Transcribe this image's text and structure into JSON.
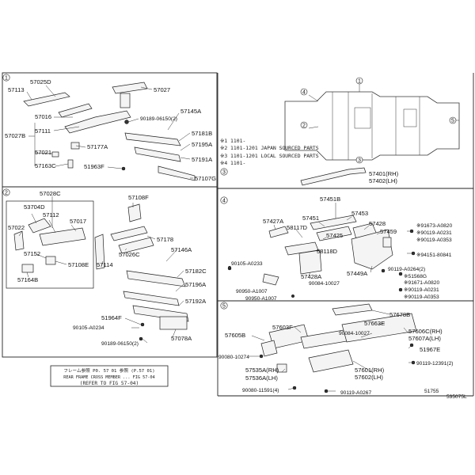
{
  "section_markers": [
    "1",
    "2",
    "3",
    "4",
    "5"
  ],
  "callouts": [
    {
      "id": "57025D",
      "text": "57025D"
    },
    {
      "id": "57113",
      "text": "57113"
    },
    {
      "id": "57027",
      "text": "57027"
    },
    {
      "id": "57016",
      "text": "57016"
    },
    {
      "id": "57111",
      "text": "57111"
    },
    {
      "id": "57027B",
      "text": "57027B"
    },
    {
      "id": "57021",
      "text": "57021"
    },
    {
      "id": "57163C",
      "text": "57163C"
    },
    {
      "id": "57177A",
      "text": "57177A"
    },
    {
      "id": "90189-06150-2-a",
      "text": "90189-06150(2)"
    },
    {
      "id": "57145A",
      "text": "57145A"
    },
    {
      "id": "57181B",
      "text": "57181B"
    },
    {
      "id": "57195A",
      "text": "57195A"
    },
    {
      "id": "57191A",
      "text": "57191A"
    },
    {
      "id": "51963F",
      "text": "51963F"
    },
    {
      "id": "57107G",
      "text": "57107G"
    },
    {
      "id": "57028C",
      "text": "57028C"
    },
    {
      "id": "53704D",
      "text": "53704D"
    },
    {
      "id": "57112",
      "text": "57112"
    },
    {
      "id": "57017",
      "text": "57017"
    },
    {
      "id": "57022",
      "text": "57022"
    },
    {
      "id": "57152",
      "text": "57152"
    },
    {
      "id": "57108E",
      "text": "57108E"
    },
    {
      "id": "57164B",
      "text": "57164B"
    },
    {
      "id": "57108F",
      "text": "57108F"
    },
    {
      "id": "57178",
      "text": "57178"
    },
    {
      "id": "57026C",
      "text": "57026C"
    },
    {
      "id": "57114",
      "text": "57114"
    },
    {
      "id": "57146A",
      "text": "57146A"
    },
    {
      "id": "90105-A0233",
      "text": "90105-A0233"
    },
    {
      "id": "57182C",
      "text": "57182C"
    },
    {
      "id": "57196A",
      "text": "57196A"
    },
    {
      "id": "57192A",
      "text": "57192A"
    },
    {
      "id": "51964F",
      "text": "51964F"
    },
    {
      "id": "90105-A0234",
      "text": "90105-A0234"
    },
    {
      "id": "90189-06150-2-b",
      "text": "90189-06150(2)"
    },
    {
      "id": "57078A",
      "text": "57078A"
    },
    {
      "id": "57401RH",
      "text": "57401(RH)"
    },
    {
      "id": "57402LH",
      "text": "57402(LH)"
    },
    {
      "id": "57451B",
      "text": "57451B"
    },
    {
      "id": "57427A",
      "text": "57427A"
    },
    {
      "id": "57451",
      "text": "57451"
    },
    {
      "id": "57453",
      "text": "57453"
    },
    {
      "id": "58117D",
      "text": "58117D"
    },
    {
      "id": "57428",
      "text": "57428"
    },
    {
      "id": "57425",
      "text": "57425"
    },
    {
      "id": "57459",
      "text": "57459"
    },
    {
      "id": "91673-A0820",
      "text": "※91673-A0820"
    },
    {
      "id": "90119-A0231-a",
      "text": "※90119-A0231"
    },
    {
      "id": "90119-A0353-a",
      "text": "※90119-A0353"
    },
    {
      "id": "58118D",
      "text": "58118D"
    },
    {
      "id": "94151-80841",
      "text": "※94151-80841"
    },
    {
      "id": "57428A",
      "text": "57428A"
    },
    {
      "id": "90950-A1007",
      "text": "90950-A1007"
    },
    {
      "id": "90084-10027",
      "text": "90084-10027"
    },
    {
      "id": "57449A",
      "text": "57449A"
    },
    {
      "id": "90119-A0264-2",
      "text": "90119-A0264(2)"
    },
    {
      "id": "51568G",
      "text": "※51568G"
    },
    {
      "id": "91671-A0820",
      "text": "※91671-A0820"
    },
    {
      "id": "90119-A0231-b",
      "text": "※90119-A0231"
    },
    {
      "id": "90119-A0353-b",
      "text": "※90119-A0353"
    },
    {
      "id": "90950-A1007-b",
      "text": "90950-A1007"
    },
    {
      "id": "57678B",
      "text": "57678B"
    },
    {
      "id": "57605B",
      "text": "57605B"
    },
    {
      "id": "57603F",
      "text": "57603F"
    },
    {
      "id": "57663E",
      "text": "57663E"
    },
    {
      "id": "57606C",
      "text": "57606C(RH)"
    },
    {
      "id": "57607A",
      "text": "57607A(LH)"
    },
    {
      "id": "90084-10027-b",
      "text": "90084-10027"
    },
    {
      "id": "51967E",
      "text": "51967E"
    },
    {
      "id": "90080-10274",
      "text": "90080-10274"
    },
    {
      "id": "57535A",
      "text": "57535A(RH)"
    },
    {
      "id": "57536A",
      "text": "57536A(LH)"
    },
    {
      "id": "57601RH",
      "text": "57601(RH)"
    },
    {
      "id": "57602LH",
      "text": "57602(LH)"
    },
    {
      "id": "90119-12391",
      "text": "90119-12391(2)"
    },
    {
      "id": "90080-11591",
      "text": "90080-11591(4)"
    },
    {
      "id": "90119-A0267",
      "text": "90119-A0267"
    },
    {
      "id": "51755",
      "text": "51755"
    }
  ],
  "notes": {
    "sec3_line1": "※1  1101-",
    "sec3_line2": "※2  1101-1201 JAPAN SOURCED PARTS",
    "sec3_line3": "※3  1101-1201 LOCAL SOURCED PARTS",
    "sec3_line4": "※4  1101-"
  },
  "refer_box": {
    "line1": "フレーム参照 P0. 57 01 参照 (P.57 01)",
    "line2": "REAR FRAME CROSS MEMBER ... FIG 57-04",
    "line3": "(REFER TO FIG 57-04)"
  },
  "diagram_code": "535075L",
  "colors": {
    "ink": "#111111",
    "paper": "#ffffff",
    "shade": "#f4f4f4"
  }
}
